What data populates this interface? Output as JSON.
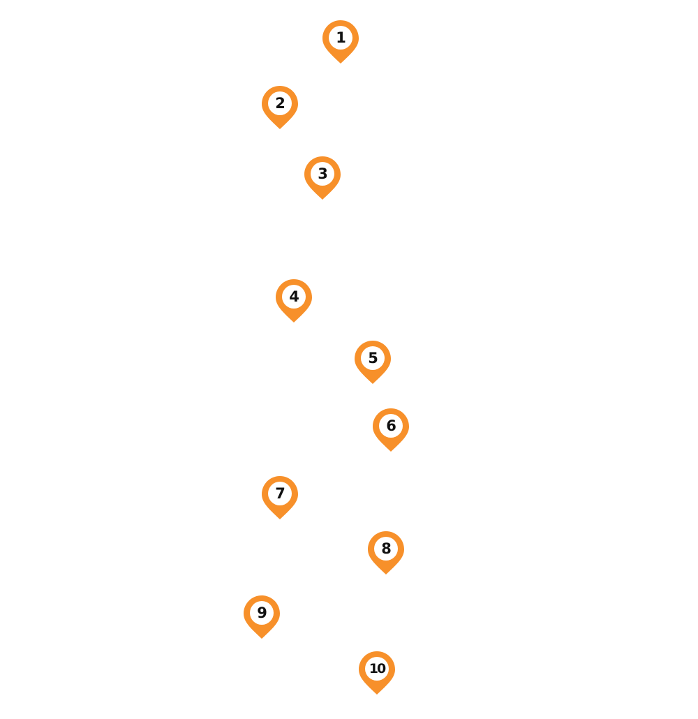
{
  "map": {
    "background_color": "#ffffff",
    "pin_color": "#f7902a",
    "pin_inner_color": "#ffffff",
    "label_color": "#111111",
    "markers": [
      {
        "label": "1"
      },
      {
        "label": "2"
      },
      {
        "label": "3"
      },
      {
        "label": "4"
      },
      {
        "label": "5"
      },
      {
        "label": "6"
      },
      {
        "label": "7"
      },
      {
        "label": "8"
      },
      {
        "label": "9"
      },
      {
        "label": "10"
      }
    ]
  }
}
